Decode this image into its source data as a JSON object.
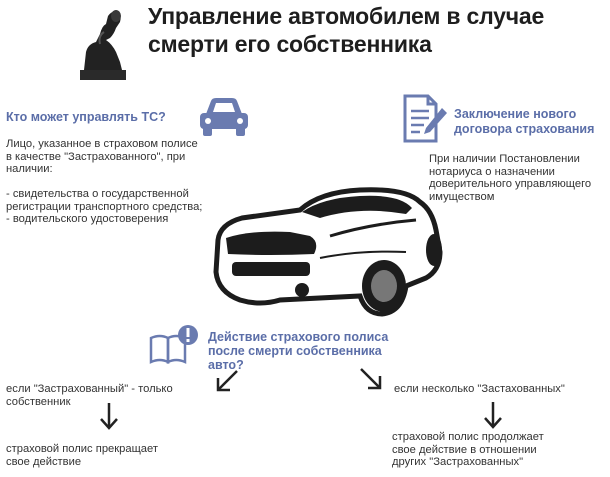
{
  "title": "Управление автомобилем в случае смерти его собственника",
  "who_can_drive": {
    "heading": "Кто может управлять ТС?",
    "intro": "Лицо, указанное в страховом полисе\nв качестве \"Застрахованного\", при\nналичии:",
    "items": "- свидетельства о государственной\nрегистрации транспортного средства;\n- водительского удостоверения"
  },
  "new_contract": {
    "heading": "Заключение нового\nдоговора страхования",
    "text": "При наличии Постановлении\nнотариуса о назначении\nдоверительного управляющего\nимуществом"
  },
  "policy_effect": {
    "heading": "Действие страхового полиса\nпосле смерти собственника\nавто?"
  },
  "branch_left": {
    "condition": "если \"Застрахованный\" - только\nсобственник",
    "result": "страховой полис прекращает\nсвое действие"
  },
  "branch_right": {
    "condition": "если несколько \"Застахованных\"",
    "result": "страховой полис продолжает\nсвое действие в отношении\nдругих \"Застрахованных\""
  },
  "colors": {
    "accent": "#5b6ea8",
    "icon": "#6a7bb0",
    "text": "#333333"
  }
}
